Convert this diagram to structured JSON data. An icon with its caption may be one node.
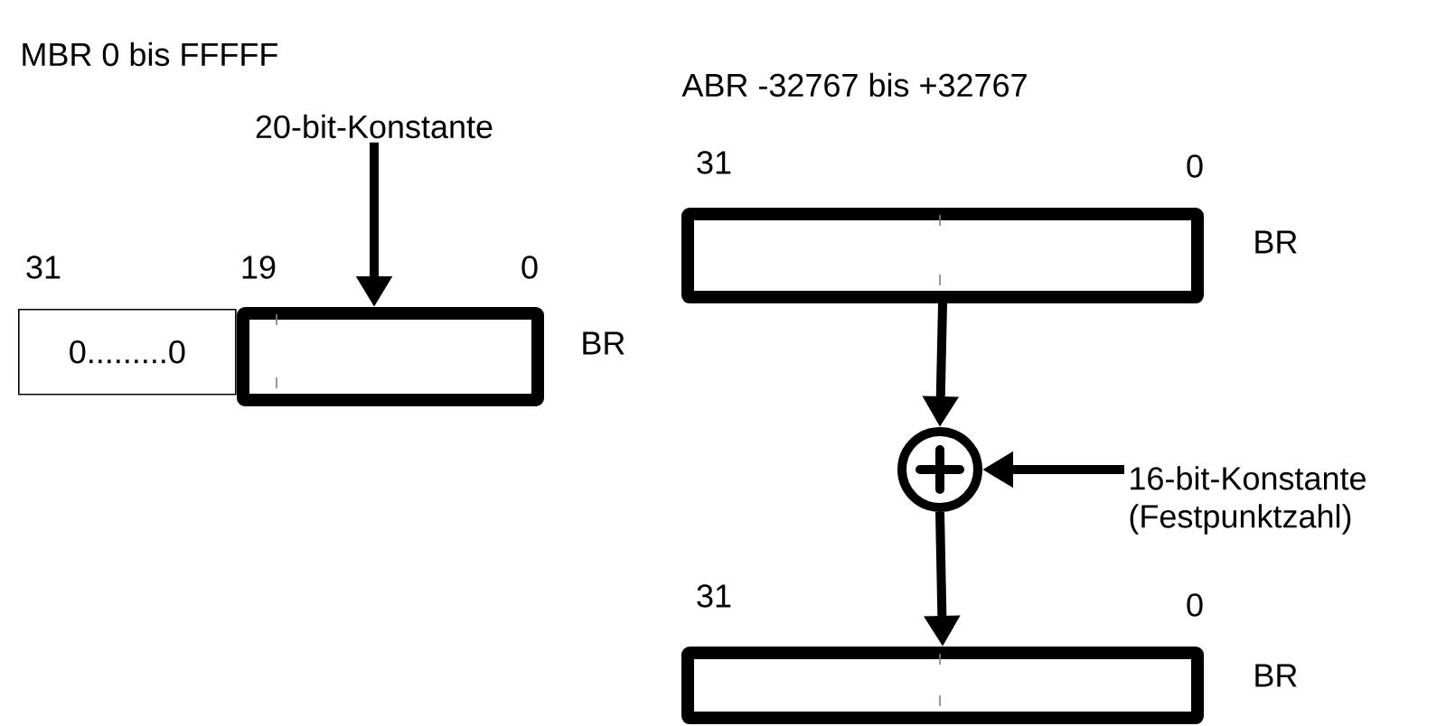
{
  "diagram": {
    "nodes": [
      {
        "text": [
          "20-bit-Konstante"
        ]
      },
      {
        "text": [
          "0.........0"
        ]
      },
      {
        "text": [],
        "shape": "box",
        "beside": [
          "BR"
        ]
      },
      {
        "text": [],
        "shape": "box",
        "beside": [
          "BR"
        ]
      },
      {
        "text": [],
        "shape": "circle"
      },
      {
        "text": [
          "16-bit-Konstante (Festpunktzahl)"
        ]
      },
      {
        "text": [],
        "shape": "box",
        "beside": [
          "BR"
        ]
      }
    ],
    "edges": [
      {
        "from": 0,
        "to": 2,
        "arrow": "to"
      },
      {
        "from": 3,
        "to": 4,
        "arrow": "to"
      },
      {
        "from": 5,
        "to": 4,
        "arrow": "to"
      },
      {
        "from": 4,
        "to": 6,
        "arrow": "to"
      }
    ],
    "labels": [
      "MBR 0 bis FFFFF",
      "ABR -32767 bis +32767",
      "31",
      "0",
      "31",
      "19",
      "0",
      "31",
      "0"
    ]
  }
}
